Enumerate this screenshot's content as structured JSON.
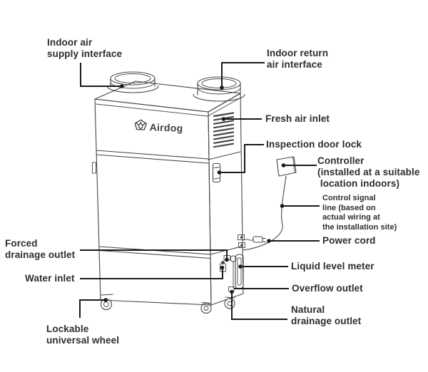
{
  "brand": {
    "logo_text": "Airdog"
  },
  "labels": {
    "indoor_supply": {
      "text": "Indoor air\nsupply interface"
    },
    "indoor_return": {
      "text": "Indoor return\nair interface"
    },
    "fresh_air": {
      "text": "Fresh air inlet"
    },
    "inspection_lock": {
      "text": "Inspection door lock"
    },
    "controller": {
      "text": "Controller\n(installed at a suitable\n location indoors)"
    },
    "control_signal": {
      "text": "Control signal\nline (based on\nactual wiring at\nthe installation site)"
    },
    "power_cord": {
      "text": "Power cord"
    },
    "liquid_level": {
      "text": "Liquid level meter"
    },
    "overflow": {
      "text": "Overflow outlet"
    },
    "natural_drainage": {
      "text": "Natural\ndrainage outlet"
    },
    "forced_drainage": {
      "text": "Forced\ndrainage outlet"
    },
    "water_inlet": {
      "text": "Water inlet"
    },
    "wheel": {
      "text": "Lockable\nuniversal wheel"
    }
  },
  "colors": {
    "line_art": "#474747",
    "leader": "#1a1a1a",
    "text": "#2d2d2d",
    "background": "#ffffff"
  }
}
